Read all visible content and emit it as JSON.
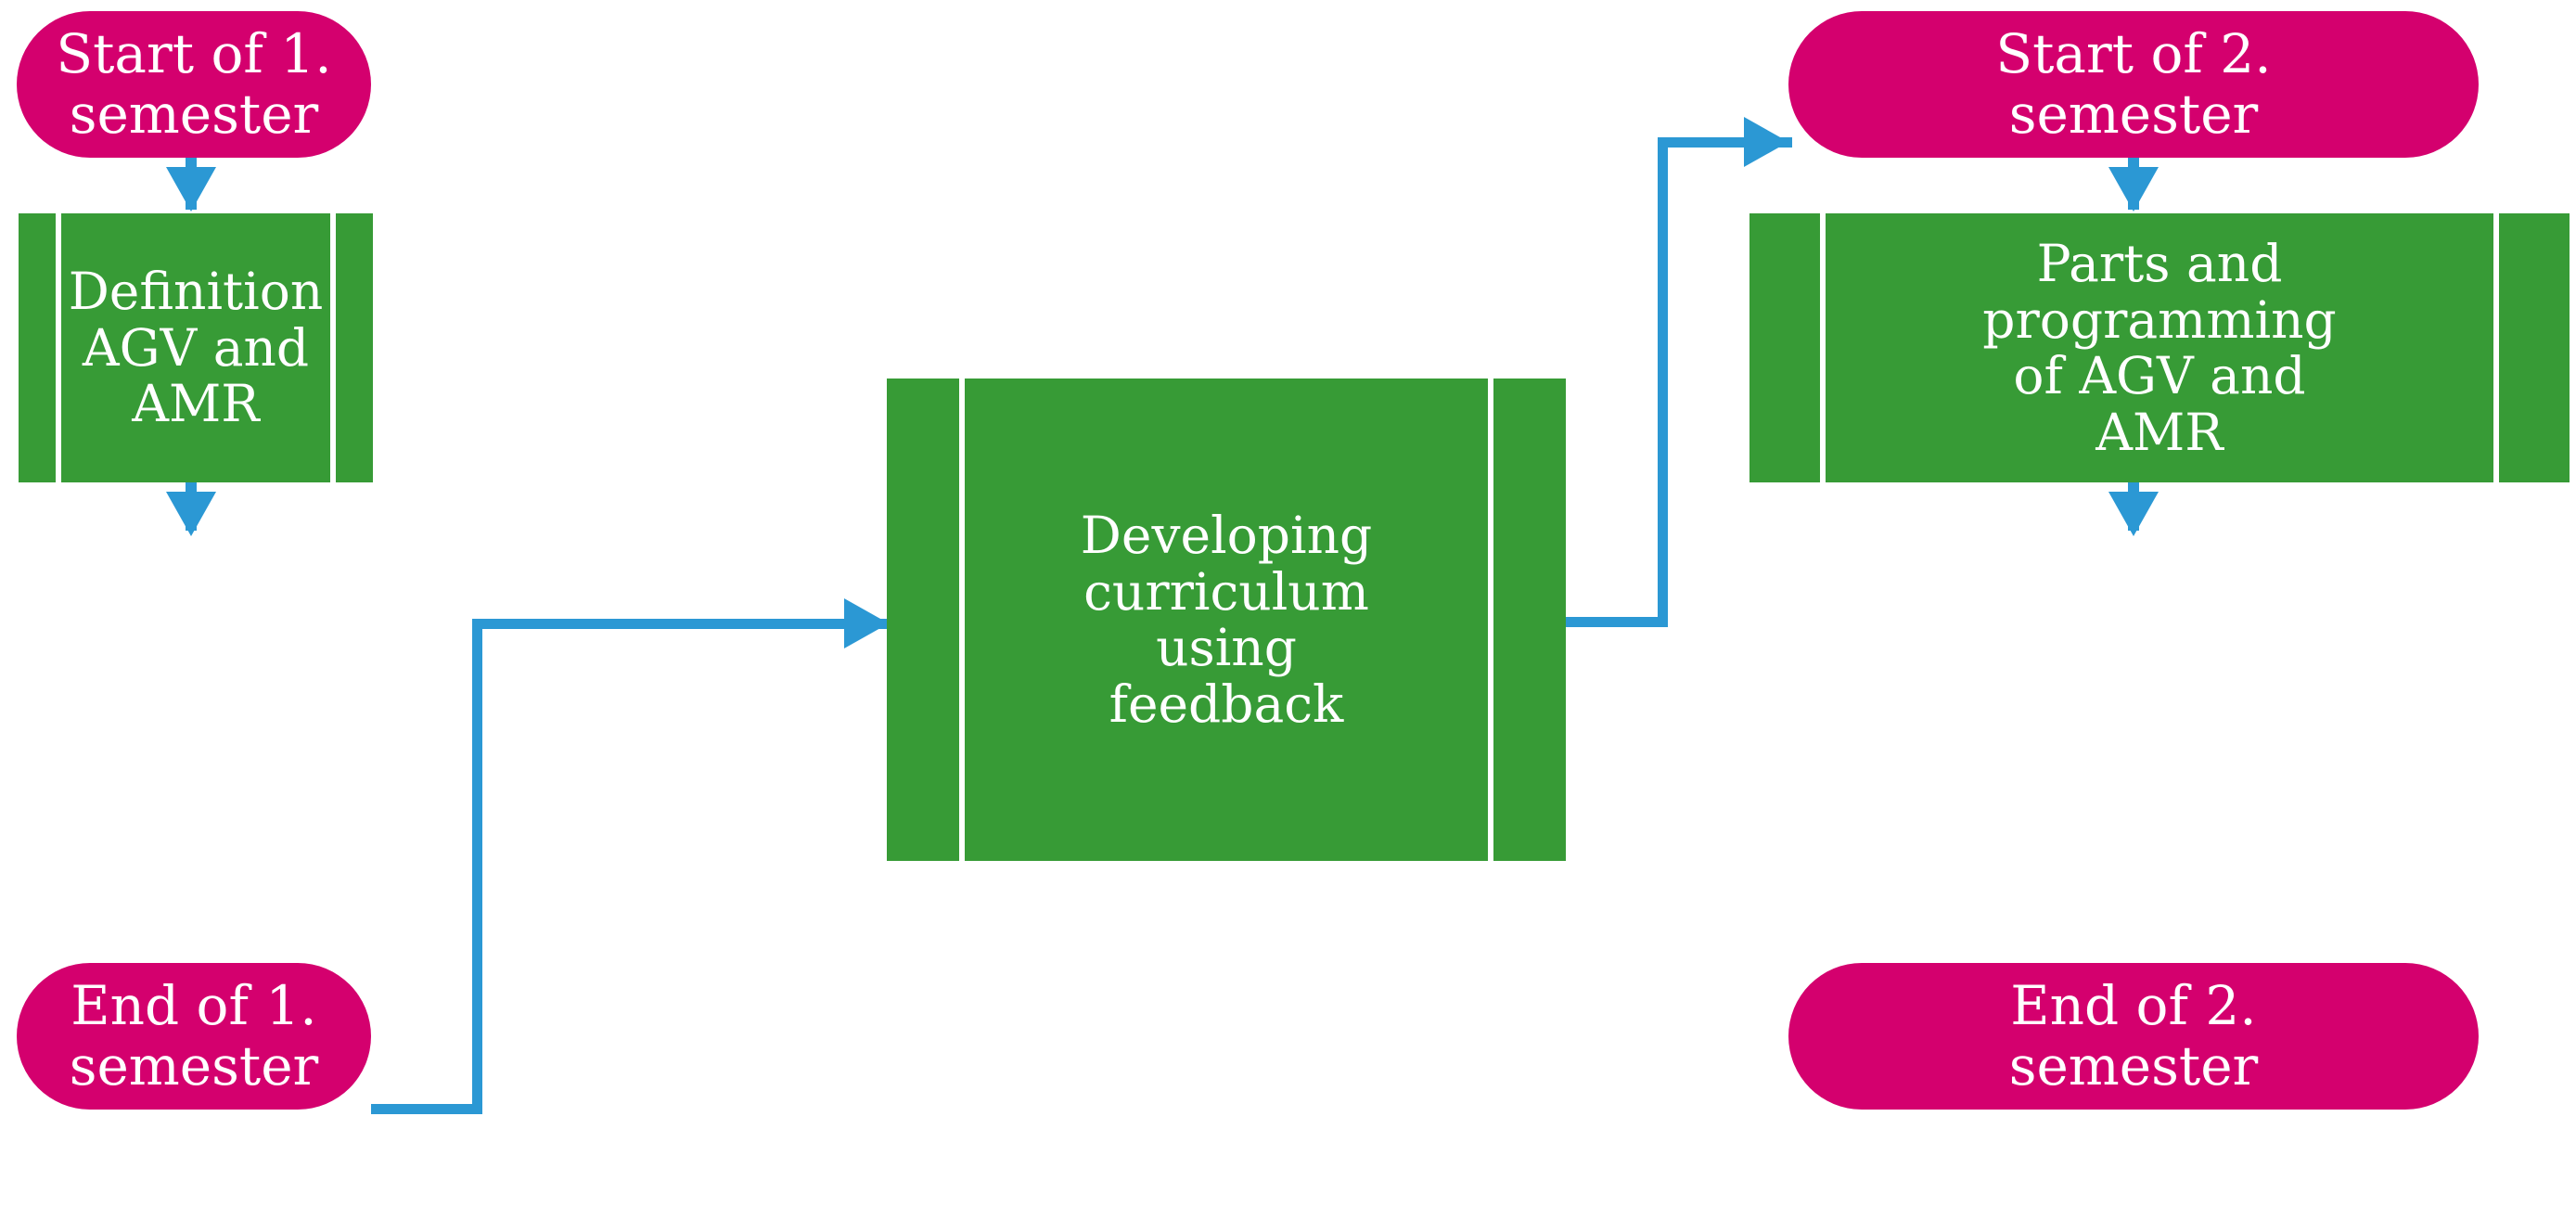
{
  "diagram": {
    "title": "Two-semester AGV/AMR course flowchart",
    "colors": {
      "terminator_fill": "#d4006e",
      "process_fill": "#379b36",
      "connector": "#2b98d4",
      "text": "#ffffff",
      "background": "#ffffff"
    },
    "nodes": [
      {
        "id": "start1",
        "type": "terminator",
        "label": "Start of 1.\nsemester"
      },
      {
        "id": "proc1",
        "type": "process",
        "label": "Definition\nAGV and\nAMR"
      },
      {
        "id": "end1",
        "type": "terminator",
        "label": "End of 1.\nsemester"
      },
      {
        "id": "proc2",
        "type": "process",
        "label": "Developing\ncurriculum\nusing\nfeedback"
      },
      {
        "id": "start2",
        "type": "terminator",
        "label": "Start of 2.\nsemester"
      },
      {
        "id": "proc3",
        "type": "process",
        "label": "Parts and\nprogramming\nof AGV and\nAMR"
      },
      {
        "id": "end2",
        "type": "terminator",
        "label": "End of 2.\nsemester"
      }
    ],
    "edges": [
      {
        "from": "start1",
        "to": "proc1",
        "style": "straight-down"
      },
      {
        "from": "proc1",
        "to": "end1",
        "style": "straight-down"
      },
      {
        "from": "end1",
        "to": "proc2",
        "style": "right-up-right"
      },
      {
        "from": "proc2",
        "to": "start2",
        "style": "right-up-right"
      },
      {
        "from": "start2",
        "to": "proc3",
        "style": "straight-down"
      },
      {
        "from": "proc3",
        "to": "end2",
        "style": "straight-down"
      }
    ]
  }
}
